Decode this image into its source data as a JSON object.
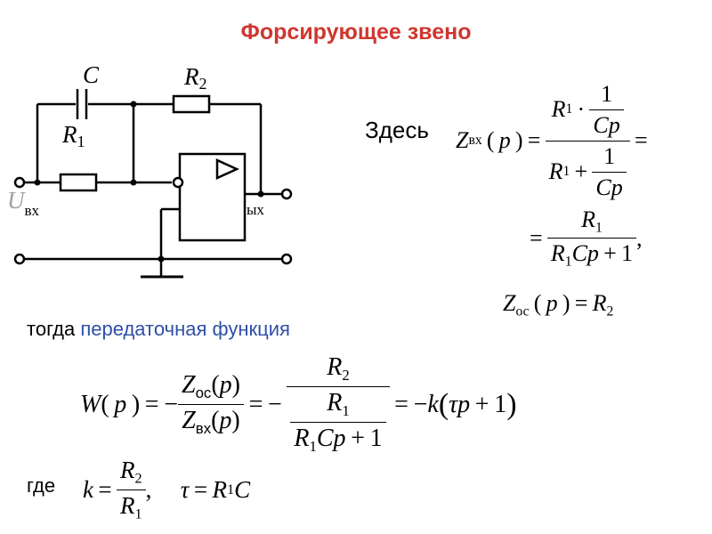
{
  "title": "Форсирующее звено",
  "circuit": {
    "label_C": "C",
    "label_R2": "R",
    "label_R2_sub": "2",
    "label_R1": "R",
    "label_R1_sub": "1",
    "label_Uin": "U",
    "label_Uin_sub": "вх",
    "label_Uout_sub": "ых"
  },
  "text": {
    "zdes": "Здесь",
    "togda": "тогда",
    "transfer": "передаточная функция",
    "gde": "где"
  },
  "formulas": {
    "Z": "Z",
    "vx": "вх",
    "oc": "ос",
    "p": "p",
    "R": "R",
    "one": "1",
    "two": "2",
    "Cp": "Cp",
    "W": "W",
    "k": "k",
    "tau": "τ",
    "C": "C"
  }
}
